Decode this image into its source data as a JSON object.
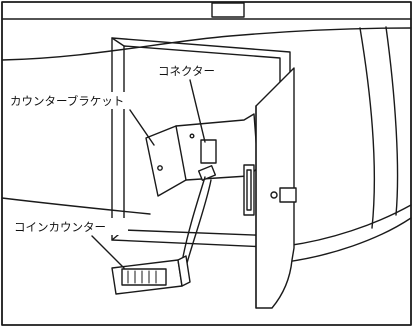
{
  "labels": {
    "connector": "コネクター",
    "counter_bracket": "カウンターブラケット",
    "coin_counter": "コインカウンター"
  },
  "colors": {
    "line": "#1a1a1a",
    "background": "#ffffff"
  }
}
